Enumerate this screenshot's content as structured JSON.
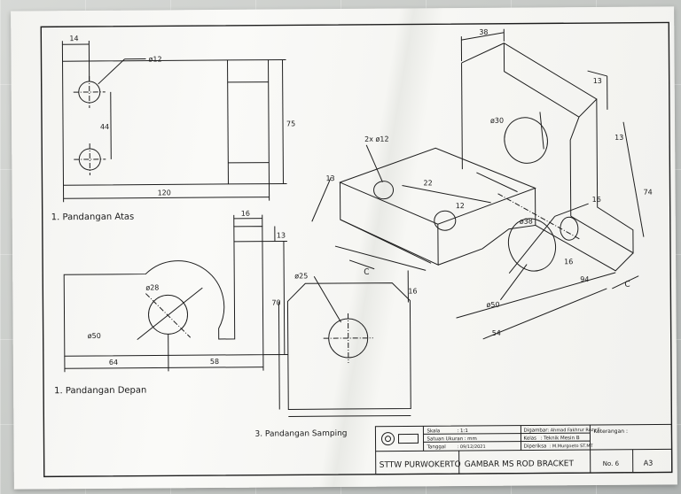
{
  "views": {
    "top_caption": "1. Pandangan Atas",
    "front_caption": "1. Pandangan Depan",
    "side_caption": "3. Pandangan Samping"
  },
  "dims": {
    "top_14": "14",
    "top_hole": "ø12",
    "top_44": "44",
    "top_75": "75",
    "top_120": "120",
    "front_16": "16",
    "front_13": "13",
    "front_70": "70",
    "front_r28": "ø28",
    "front_r50": "ø50",
    "front_64": "64",
    "front_58": "58",
    "side_d25": "ø25",
    "iso_38": "38",
    "iso_13a": "13",
    "iso_13b": "13",
    "iso_d30": "ø30",
    "iso_74": "74",
    "iso_2xd12": "2x ø12",
    "iso_22": "22",
    "iso_12": "12",
    "iso_13c": "13",
    "iso_16": "16",
    "iso_d38": "ø38",
    "iso_16b": "16",
    "iso_50": "ø50",
    "iso_16c": "16",
    "iso_94": "94",
    "iso_54": "54",
    "iso_c_left": "C",
    "iso_c_right": "C"
  },
  "title_block": {
    "skala_label": "Skala",
    "skala_value": ": 1:1",
    "digambar_label": "Digambar",
    "digambar_value": ": Ahmad Fakhrur Rozy F",
    "satuan_label": "Satuan Ukuran",
    "satuan_value": ": mm",
    "kelas_label": "Kelas",
    "kelas_value": ": Teknik Mesin B",
    "tanggal_label": "Tanggal",
    "tanggal_value": ": 09/12/2021",
    "diperiksa_label": "Diperiksa",
    "diperiksa_value": ": M.Murgoeto ST.MT",
    "keterangan_label": "Keterangan :",
    "school": "STTW PURWOKERTO",
    "drawing_title": "GAMBAR MS ROD BRACKET",
    "number": "No. 6",
    "size": "A3"
  }
}
